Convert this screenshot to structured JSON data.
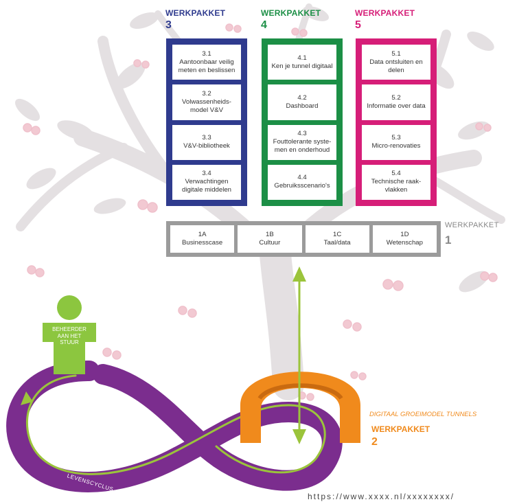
{
  "werkpakket3": {
    "title": "WERKPAKKET",
    "number": "3",
    "color": "#2f3b8e",
    "items": [
      {
        "num": "3.1",
        "text": "Aantoonbaar veilig meten en beslissen"
      },
      {
        "num": "3.2",
        "text": "Volwassenheids-model V&V"
      },
      {
        "num": "3.3",
        "text": "V&V-bibliotheek"
      },
      {
        "num": "3.4",
        "text": "Verwachtingen digitale middelen"
      }
    ]
  },
  "werkpakket4": {
    "title": "WERKPAKKET",
    "number": "4",
    "color": "#1c8f46",
    "items": [
      {
        "num": "4.1",
        "text": "Ken je tunnel digitaal"
      },
      {
        "num": "4.2",
        "text": "Dashboard"
      },
      {
        "num": "4.3",
        "text": "Fouttolerante syste-men en onderhoud"
      },
      {
        "num": "4.4",
        "text": "Gebruiksscenario's"
      }
    ]
  },
  "werkpakket5": {
    "title": "WERKPAKKET",
    "number": "5",
    "color": "#d61e78",
    "items": [
      {
        "num": "5.1",
        "text": "Data ontsluiten en delen"
      },
      {
        "num": "5.2",
        "text": "Informatie over data"
      },
      {
        "num": "5.3",
        "text": "Micro-renovaties"
      },
      {
        "num": "5.4",
        "text": "Technische raak-vlakken"
      }
    ]
  },
  "werkpakket1": {
    "title": "WERKPAKKET",
    "number": "1",
    "items": [
      {
        "num": "1A",
        "text": "Businesscase"
      },
      {
        "num": "1B",
        "text": "Cultuur"
      },
      {
        "num": "1C",
        "text": "Taal/data"
      },
      {
        "num": "1D",
        "text": "Wetenschap"
      }
    ]
  },
  "werkpakket2": {
    "subtitle": "DIGITAAL GROEIMODEL TUNNELS",
    "title": "WERKPAKKET",
    "number": "2",
    "color": "#f08a1c"
  },
  "figure": {
    "label": "BEHEERDER AAN HET STUUR",
    "color": "#8cc63f"
  },
  "loop": {
    "label": "LEVENSCYCLUS",
    "color": "#7b2d8e"
  },
  "footer": {
    "url_fragment": "https://www.xxxx.nl/xxxxxxxx/"
  },
  "colors": {
    "tree": "#e4e0e2",
    "cherry": "#f2c9d2",
    "arrow": "#9bc43b"
  }
}
